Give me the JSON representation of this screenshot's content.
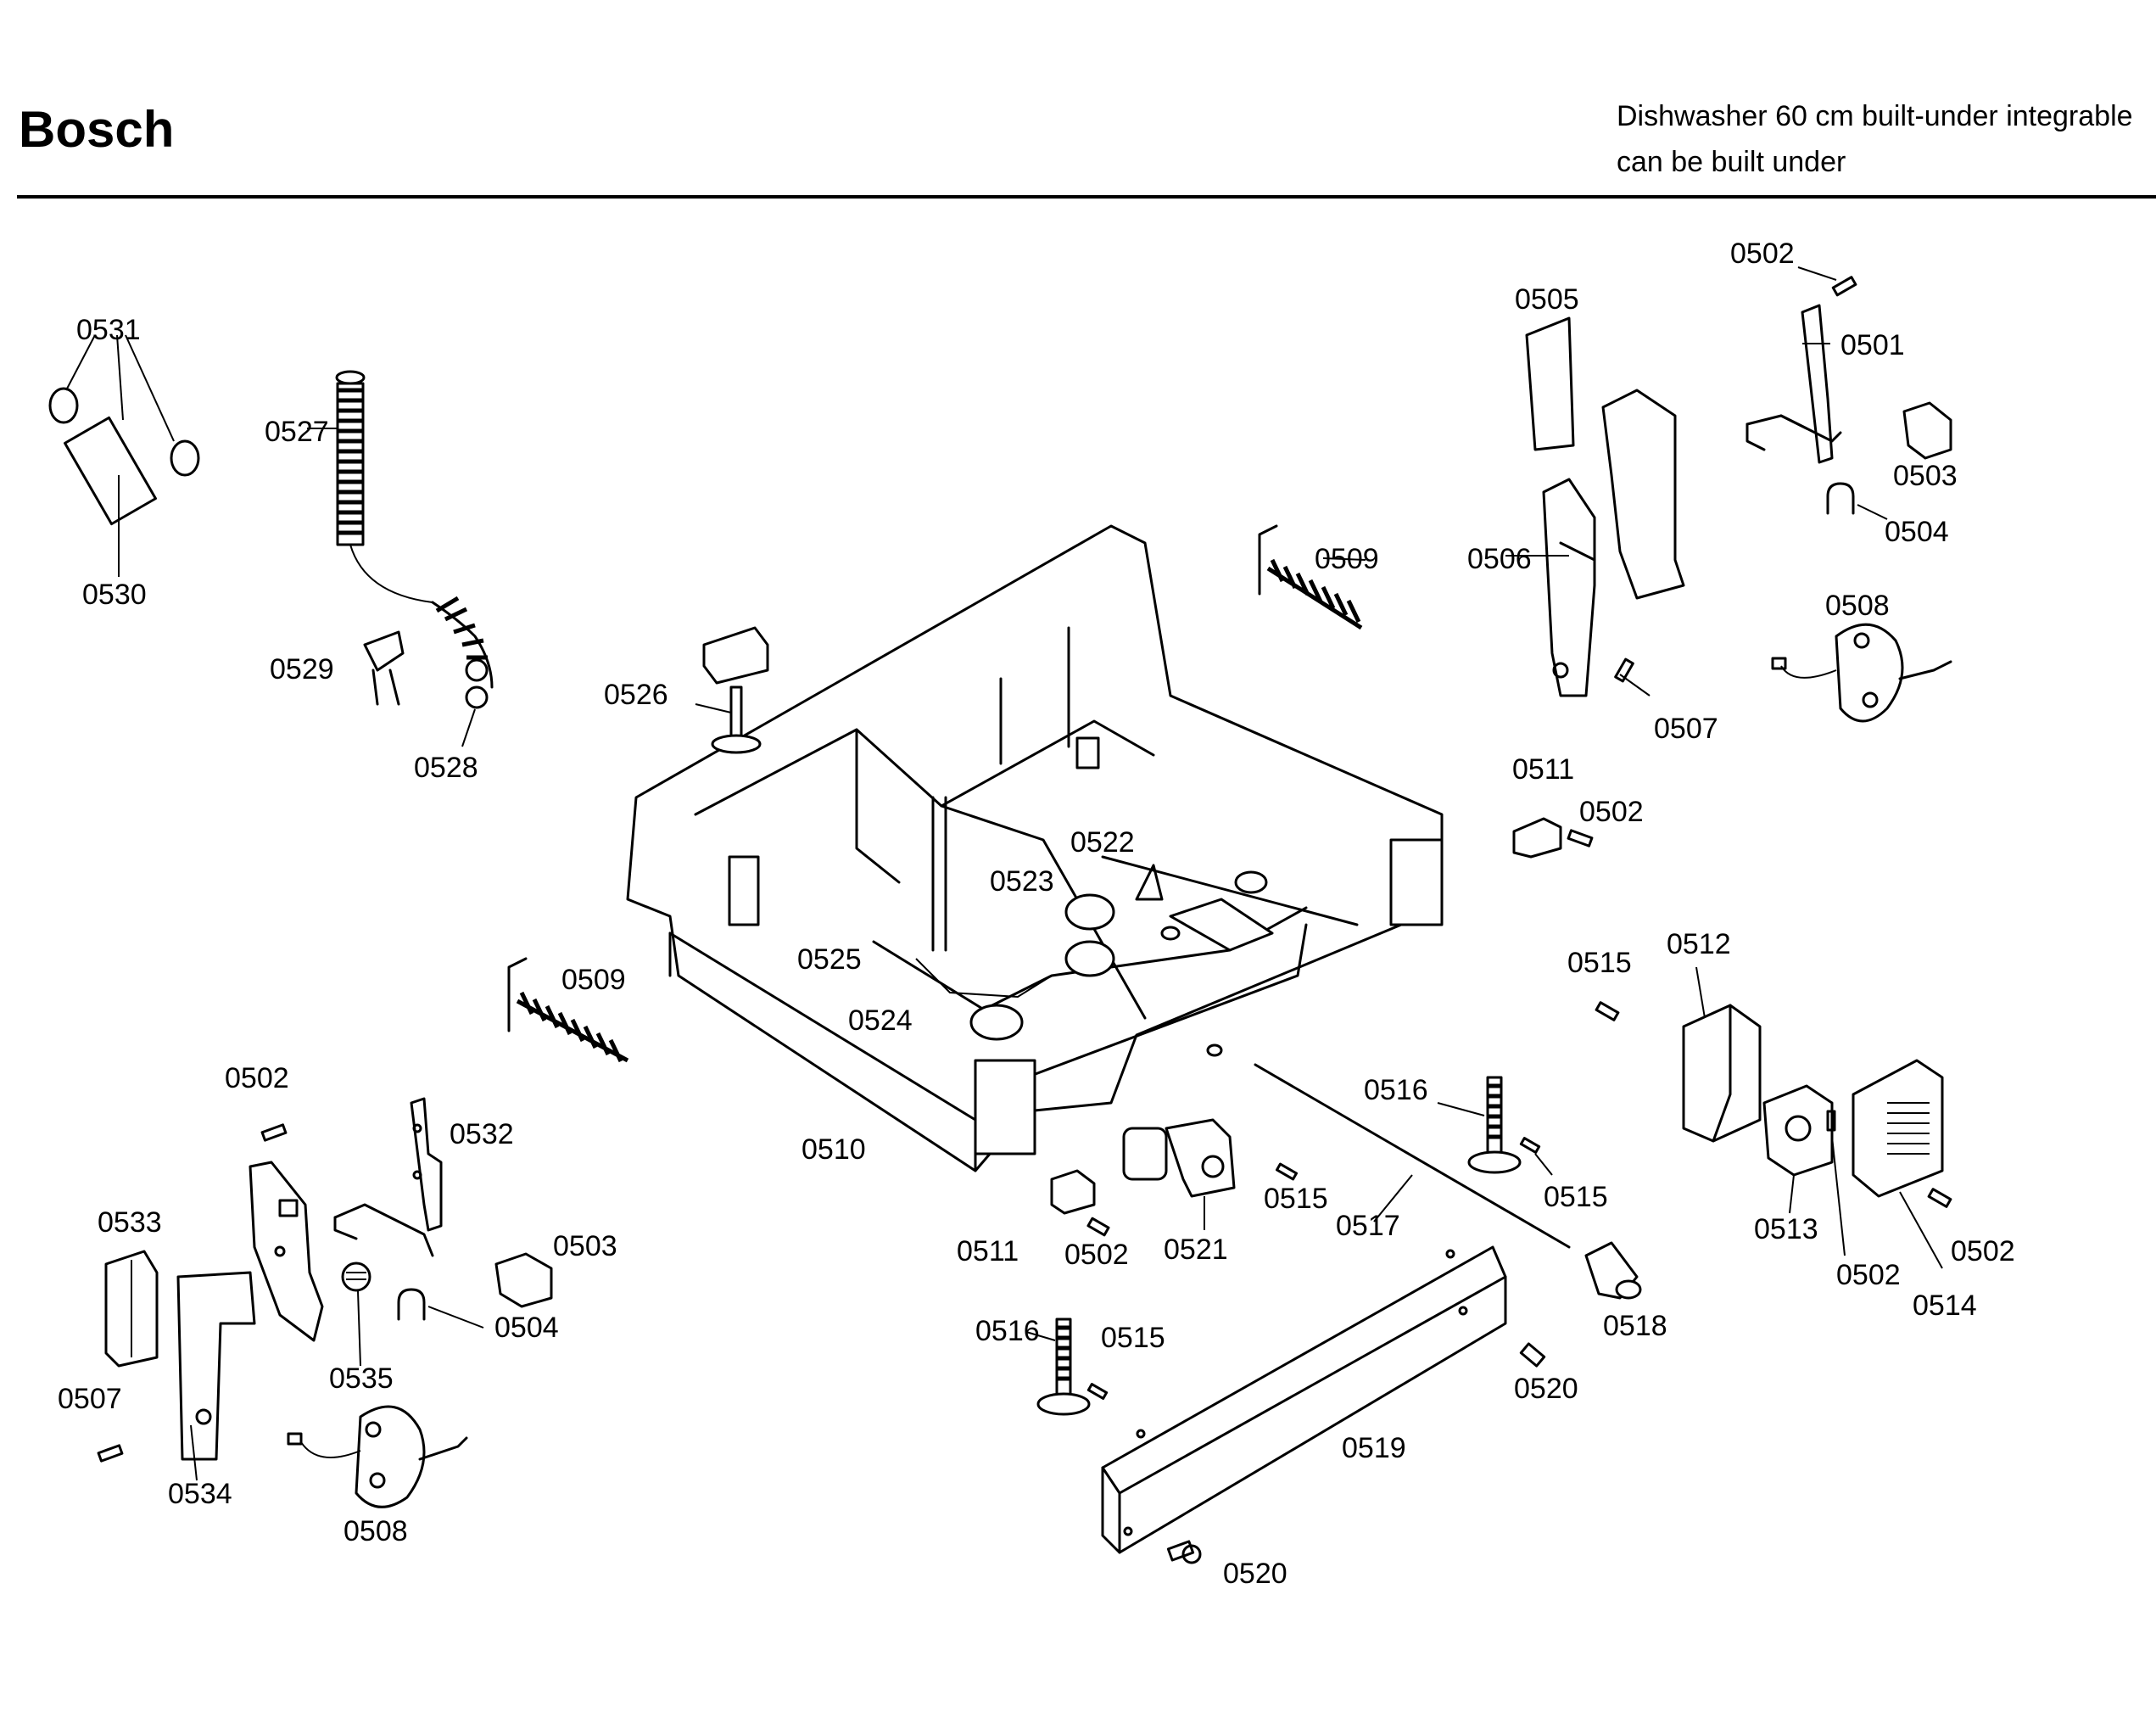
{
  "header": {
    "brand": "Bosch",
    "model_line1": "Dishwasher 60 cm built-under integrable",
    "model_line2": "can be built under"
  },
  "callouts": [
    "0531",
    "0527",
    "0530",
    "0529",
    "0528",
    "0526",
    "0509",
    "0525",
    "0524",
    "0523",
    "0522",
    "0510",
    "0509",
    "0505",
    "0502",
    "0501",
    "0503",
    "0504",
    "0506",
    "0508",
    "0507",
    "0511",
    "0502",
    "0515",
    "0512",
    "0502",
    "0533",
    "0532",
    "0503",
    "0504",
    "0535",
    "0507",
    "0534",
    "0508",
    "0516",
    "0515",
    "0515",
    "0517",
    "0521",
    "0502",
    "0511",
    "0513",
    "0502",
    "0514",
    "0502",
    "0518",
    "0516",
    "0515",
    "0520",
    "0519",
    "0520"
  ]
}
